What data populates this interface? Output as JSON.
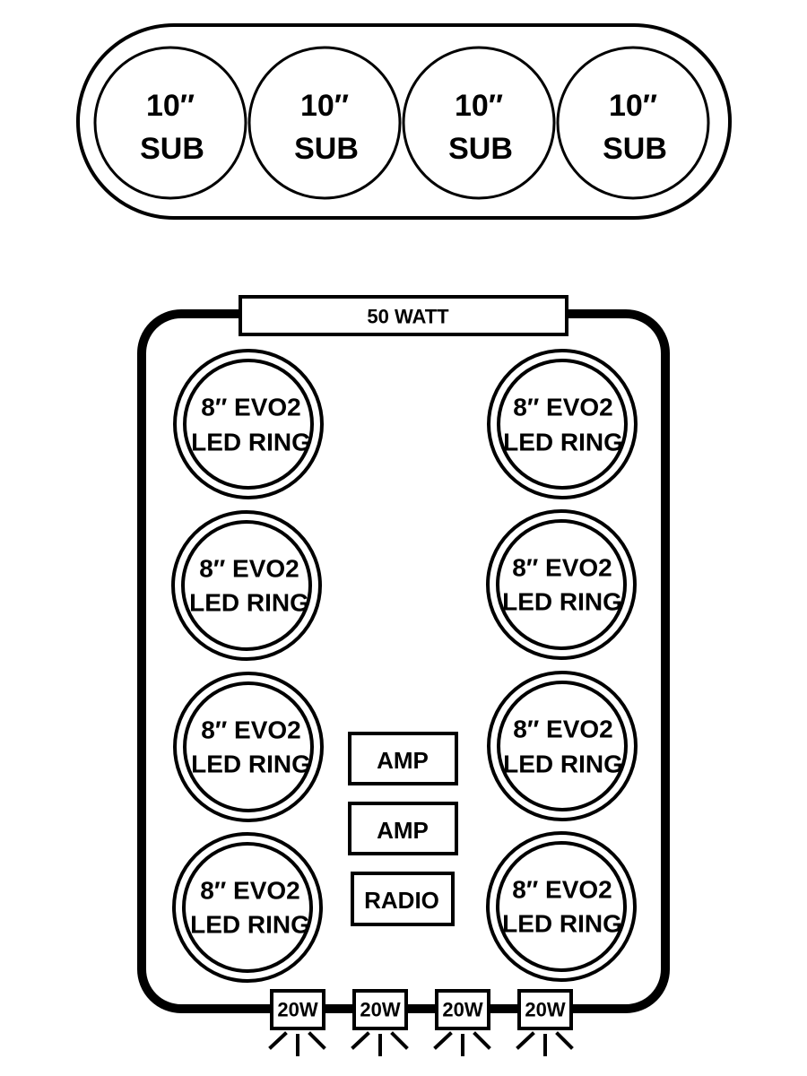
{
  "subwoofer_box": {
    "subs": [
      {
        "size": "10″",
        "label": "SUB"
      },
      {
        "size": "10″",
        "label": "SUB"
      },
      {
        "size": "10″",
        "label": "SUB"
      },
      {
        "size": "10″",
        "label": "SUB"
      }
    ]
  },
  "panel": {
    "top_light": "50 WATT",
    "left_speakers": [
      {
        "line1": "8″ EVO2",
        "line2": "LED RING"
      },
      {
        "line1": "8″ EVO2",
        "line2": "LED RING"
      },
      {
        "line1": "8″ EVO2",
        "line2": "LED RING"
      },
      {
        "line1": "8″ EVO2",
        "line2": "LED RING"
      }
    ],
    "right_speakers": [
      {
        "line1": "8″ EVO2",
        "line2": "LED RING"
      },
      {
        "line1": "8″ EVO2",
        "line2": "LED RING"
      },
      {
        "line1": "8″ EVO2",
        "line2": "LED RING"
      },
      {
        "line1": "8″ EVO2",
        "line2": "LED RING"
      }
    ],
    "components": [
      "AMP",
      "AMP",
      "RADIO"
    ],
    "bottom_lights": [
      "20W",
      "20W",
      "20W",
      "20W"
    ]
  }
}
